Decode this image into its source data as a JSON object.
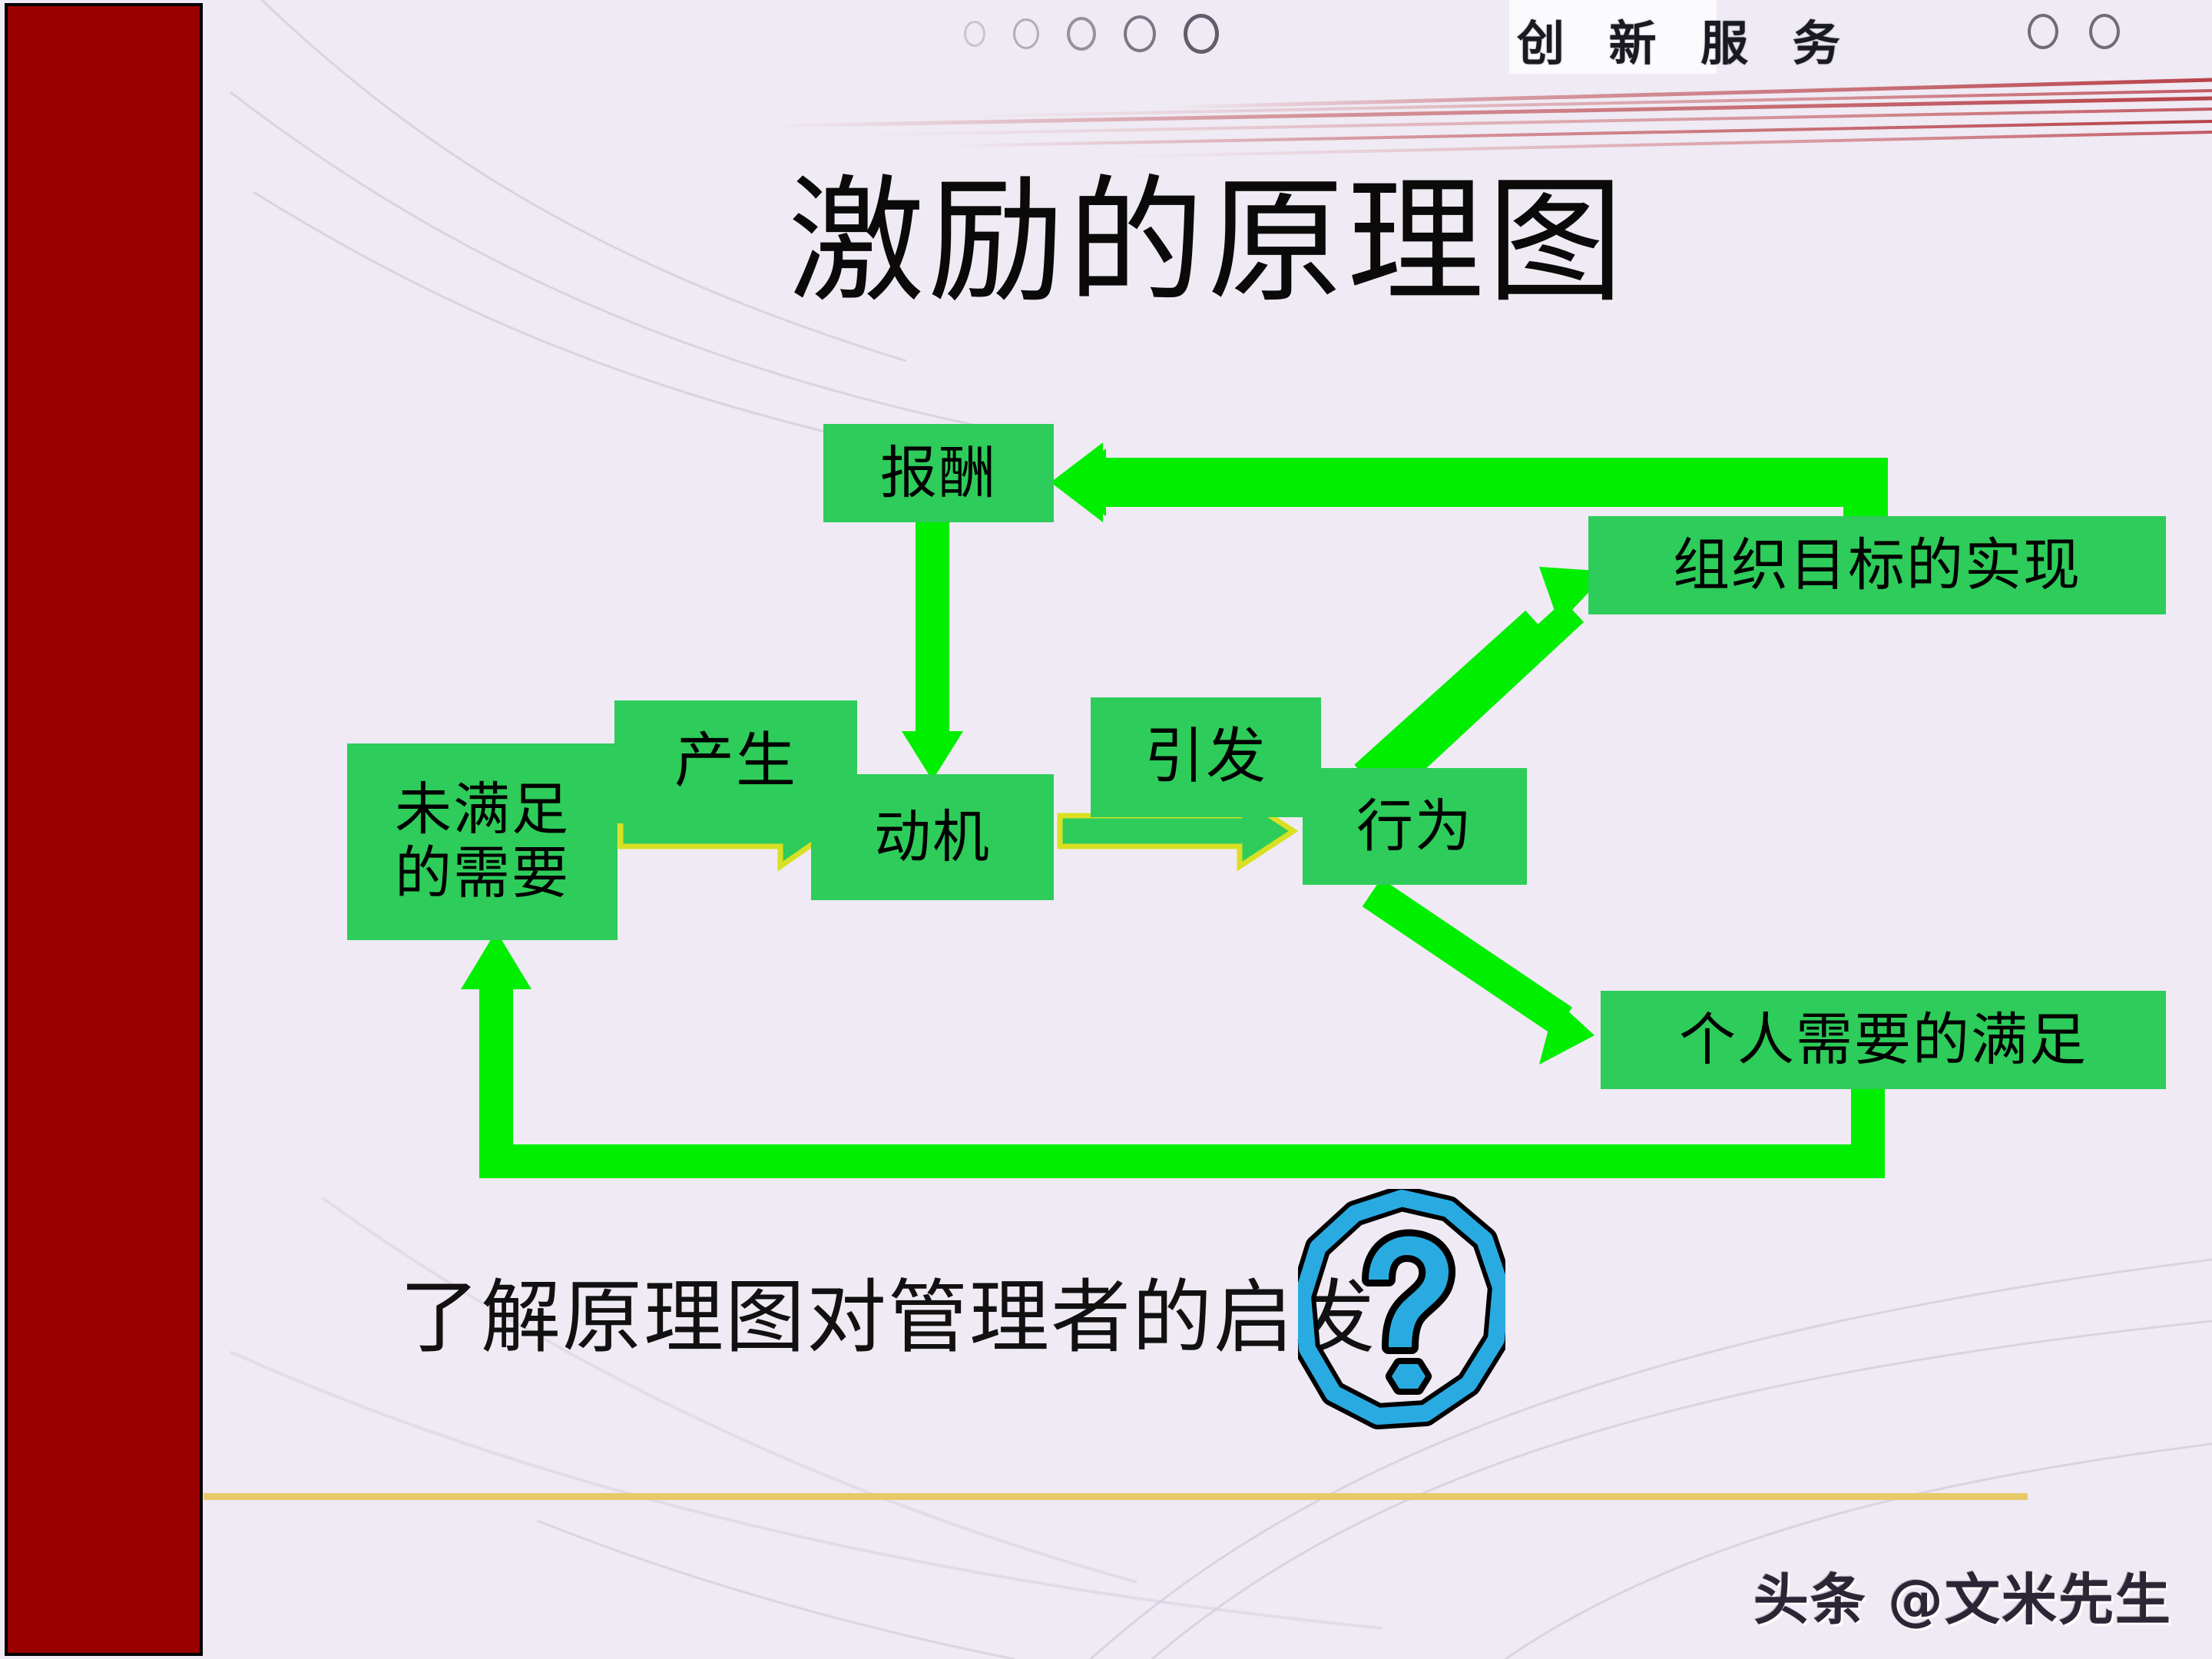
{
  "slide": {
    "title": "激励的原理图",
    "background_color": "#efeaf3",
    "accent_band_color": "#990000",
    "node_color": "#2ecc5a",
    "arrow_color": "#00ee00",
    "gold_rule_color": "#e8c969"
  },
  "header": {
    "motto": "创 新    服 务",
    "circles_left": [
      "circle-1",
      "circle-2",
      "circle-3",
      "circle-4",
      "circle-5"
    ],
    "circles_right": [
      "circle-6",
      "circle-7"
    ]
  },
  "diagram": {
    "nodes": [
      {
        "id": "reward",
        "label": "报酬"
      },
      {
        "id": "goal",
        "label": "组织目标的实现"
      },
      {
        "id": "need",
        "label": "未满足\n的需要"
      },
      {
        "id": "motive",
        "label": "动机"
      },
      {
        "id": "behavior",
        "label": "行为"
      },
      {
        "id": "personal",
        "label": "个人需要的满足"
      }
    ],
    "edge_labels": [
      {
        "id": "produce",
        "label": "产生"
      },
      {
        "id": "trigger",
        "label": "引发"
      }
    ],
    "edges": [
      {
        "from": "need",
        "to": "motive",
        "label": "产生",
        "style": "yellow-outline-arrow"
      },
      {
        "from": "motive",
        "to": "behavior",
        "label": "引发",
        "style": "yellow-outline-arrow"
      },
      {
        "from": "behavior",
        "to": "goal",
        "label": "",
        "style": "green-diagonal-arrow"
      },
      {
        "from": "behavior",
        "to": "personal",
        "label": "",
        "style": "green-diagonal-arrow"
      },
      {
        "from": "goal",
        "to": "reward",
        "label": "",
        "style": "green-elbow-arrow"
      },
      {
        "from": "reward",
        "to": "motive",
        "label": "",
        "style": "green-down-arrow"
      },
      {
        "from": "personal",
        "to": "need",
        "label": "",
        "style": "green-feedback-loop"
      }
    ]
  },
  "footer": {
    "caption": "了解原理图对管理者的启发",
    "question_icon": "question-mark-circle-icon",
    "watermark": "头条 @文米先生"
  }
}
